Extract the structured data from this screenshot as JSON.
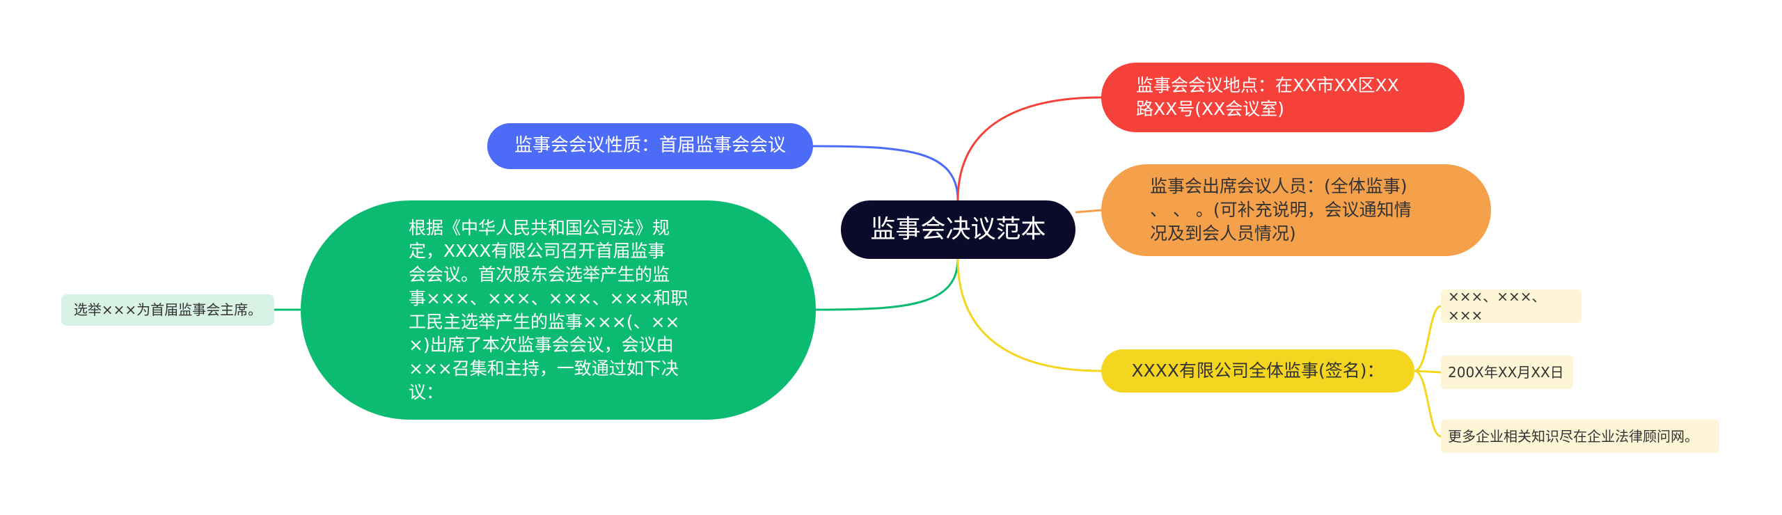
{
  "central": "监事会决议范本",
  "left": {
    "nature": "监事会会议性质：首届监事会会议",
    "basis": "根据《中华人民共和国公司法》规\n定，XXXX有限公司召开首届监事\n会会议。首次股东会选举产生的监\n事×××、×××、×××、×××和职\n工民主选举产生的监事×××(、××\n×)出席了本次监事会会议，会议由\n×××召集和主持，一致通过如下决\n议：",
    "basis_child": "选举×××为首届监事会主席。"
  },
  "right": {
    "location": "监事会会议地点：在XX市XX区XX\n路XX号(XX会议室)",
    "attendees": "监事会出席会议人员：(全体监事)\n、 、 。(可补充说明，会议通知情\n况及到会人员情况)",
    "signature": "XXXX有限公司全体监事(签名)：",
    "signature_children": [
      "×××、×××、×××",
      "200X年XX月XX日",
      "更多企业相关知识尽在企业法律顾问网。"
    ]
  },
  "colors": {
    "central": "#0b0a2a",
    "blue": "#4c6bf6",
    "green": "#0cbb72",
    "red": "#f5413a",
    "orange": "#f5a04b",
    "yellow": "#f4d51f",
    "leaf_green": "#d8f2e6",
    "leaf_yellow": "#fdf5d6"
  }
}
